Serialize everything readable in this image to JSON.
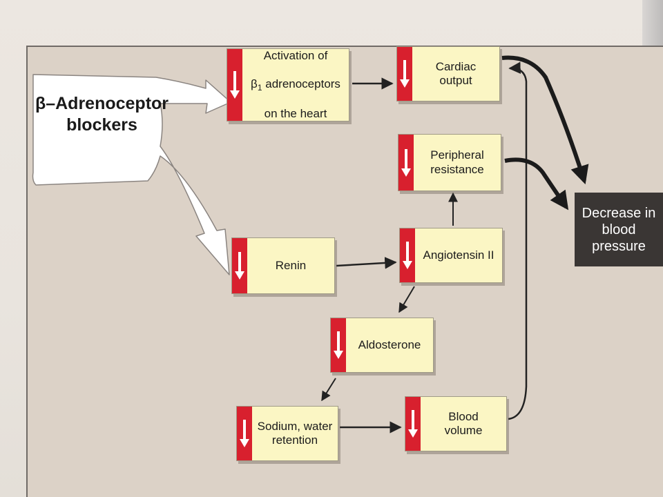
{
  "drug": {
    "label": "β–Adrenoceptor\nblockers"
  },
  "nodes": {
    "activation": {
      "beta": "β",
      "sub": "1",
      "rest": "adrenoceptors",
      "line1": "Activation of",
      "line3": "on the heart"
    },
    "cardiac_output": {
      "label": "Cardiac\noutput"
    },
    "peripheral_resistance": {
      "label": "Peripheral\nresistance"
    },
    "renin": {
      "label": "Renin"
    },
    "angiotensin": {
      "label": "Angiotensin II"
    },
    "aldosterone": {
      "label": "Aldosterone"
    },
    "sodium": {
      "label": "Sodium, water\nretention"
    },
    "blood_volume": {
      "label": "Blood\nvolume"
    }
  },
  "outcome": {
    "label": "Decrease in\nblood pressure"
  },
  "colors": {
    "node_fill": "#fbf6c4",
    "strip_red": "#d8202e",
    "outcome_fill": "#3a3634",
    "panel": "#dcd2c7"
  },
  "icons": {
    "decrease": "down-arrow-icon"
  }
}
